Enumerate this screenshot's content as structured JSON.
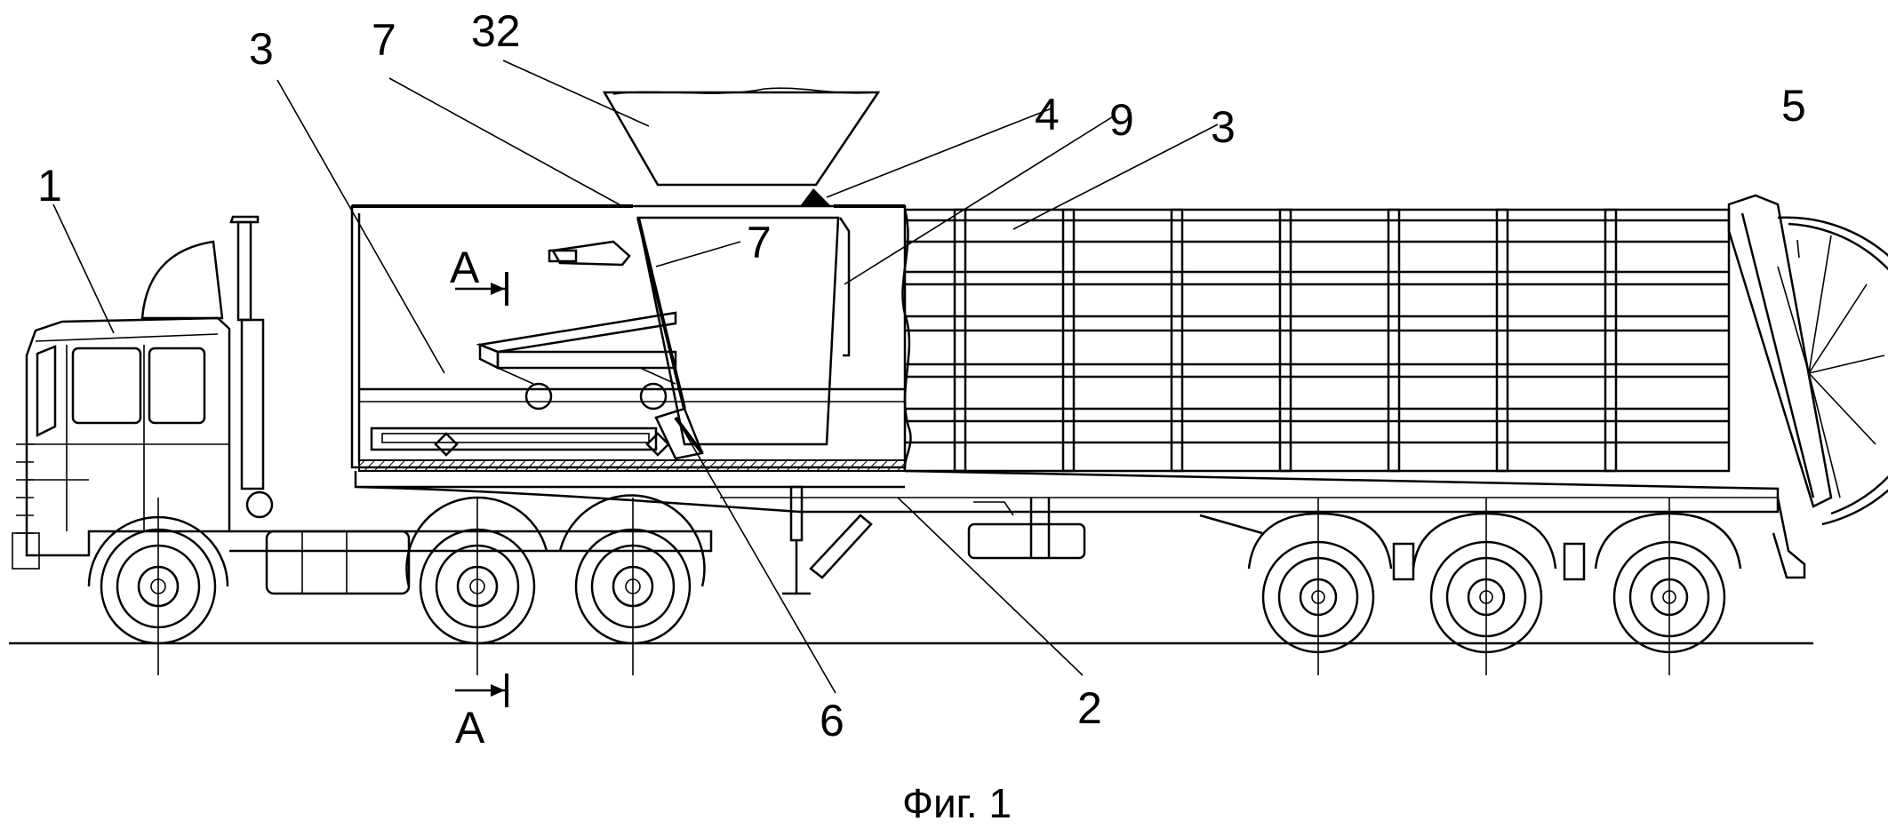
{
  "figure": {
    "caption": "Фиг. 1",
    "section_marks": [
      {
        "id": "section-mark-upper",
        "text": "A"
      },
      {
        "id": "section-mark-lower",
        "text": "A"
      }
    ],
    "callouts": [
      {
        "id": "1",
        "text": "1"
      },
      {
        "id": "3-left",
        "text": "3"
      },
      {
        "id": "7-top",
        "text": "7"
      },
      {
        "id": "32",
        "text": "32"
      },
      {
        "id": "7-inner",
        "text": "7"
      },
      {
        "id": "4",
        "text": "4"
      },
      {
        "id": "9",
        "text": "9"
      },
      {
        "id": "3-right",
        "text": "3"
      },
      {
        "id": "5",
        "text": "5"
      },
      {
        "id": "6",
        "text": "6"
      },
      {
        "id": "2",
        "text": "2"
      }
    ]
  }
}
